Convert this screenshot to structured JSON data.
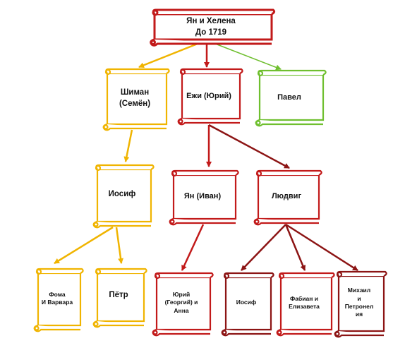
{
  "colors": {
    "red": "#c21a1a",
    "dark_red": "#8c1414",
    "yellow": "#f0b400",
    "green": "#6fbf2f"
  },
  "nodes": {
    "root": "Ян и Хелена\nДо 1719",
    "shiman": "Шиман\n(Семён)",
    "ezhi": "Ежи (Юрий)",
    "pavel": "Павел",
    "iosif_1": "Иосиф",
    "yan": "Ян (Иван)",
    "ludwig": "Людвиг",
    "foma": "Фома\nИ Варвара",
    "petr": "Пётр",
    "yuri": "Юрий\n(Георгий) и\nАнна",
    "iosif_2": "Иосиф",
    "fabian": "Фабиан и\nЕлизавета",
    "mikhail": "Михаил\nи\nПетронел\nия"
  }
}
